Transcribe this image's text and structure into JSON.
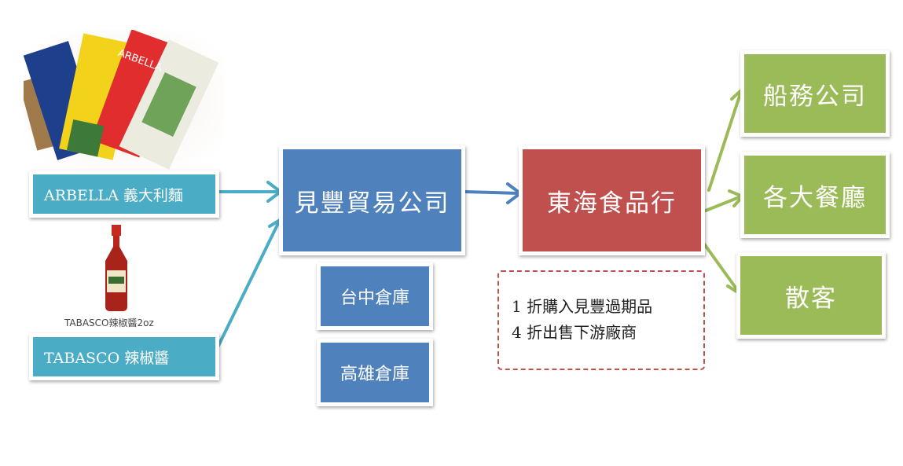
{
  "suppliers": [
    {
      "label": "ARBELLA 義大利麵"
    },
    {
      "label": "TABASCO 辣椒醬"
    }
  ],
  "product_caption": "TABASCO辣椒醬2oz",
  "pasta_brand_text": "ARBELLA",
  "trading_company": {
    "label": "見豐貿易公司"
  },
  "warehouses": [
    {
      "label": "台中倉庫"
    },
    {
      "label": "高雄倉庫"
    }
  ],
  "food_store": {
    "label": "東海食品行"
  },
  "note": {
    "line1": "1 折購入見豐過期品",
    "line2": "4 折出售下游廠商"
  },
  "customers": [
    {
      "label": "船務公司"
    },
    {
      "label": "各大餐廳"
    },
    {
      "label": "散客"
    }
  ],
  "colors": {
    "supplier": "#4bacc6",
    "company": "#4f81bd",
    "store": "#c0504d",
    "customer": "#9bbb59",
    "arrow_teal": "#4bacc6",
    "arrow_blue": "#4f81bd",
    "arrow_green": "#9bbb59"
  }
}
